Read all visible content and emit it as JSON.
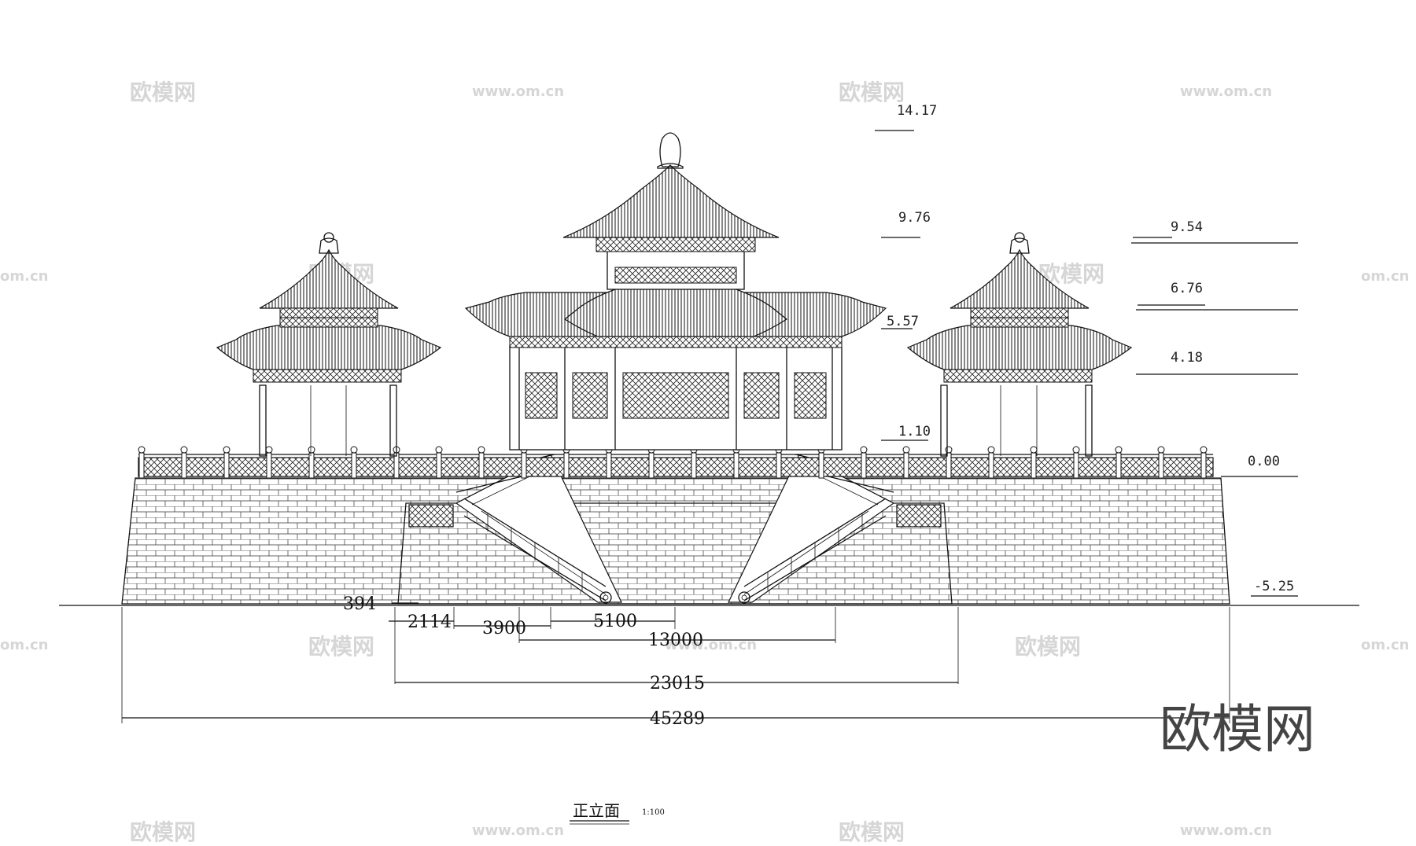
{
  "drawing": {
    "title": "正立面",
    "scale": "1:100"
  },
  "elevations": [
    "14.17",
    "9.76",
    "9.54",
    "6.76",
    "5.57",
    "4.18",
    "1.10",
    "0.00",
    "-5.25"
  ],
  "dimensions": [
    "394",
    "2114",
    "3900",
    "5100",
    "13000",
    "23015",
    "45289"
  ],
  "watermark": {
    "logo": "欧模网",
    "url": "www.om.cn",
    "url_short": "om.cn"
  },
  "colors": {
    "line": "#111111",
    "watermark": "#d6d6d6",
    "logo": "#444444"
  }
}
